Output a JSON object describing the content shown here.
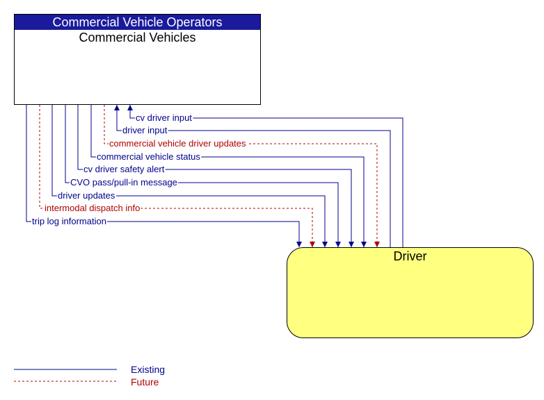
{
  "colors": {
    "existing": "#00008b",
    "future": "#b00000",
    "header_bg": "#1a1a9c",
    "driver_bg": "#ffff80"
  },
  "box_top": {
    "header": "Commercial Vehicle Operators",
    "name": "Commercial Vehicles"
  },
  "box_bottom": {
    "name": "Driver"
  },
  "flows": [
    {
      "label": "cv driver input",
      "status": "existing",
      "direction": "to-top"
    },
    {
      "label": "driver input",
      "status": "existing",
      "direction": "to-top"
    },
    {
      "label": "commercial vehicle driver updates",
      "status": "future",
      "direction": "to-bottom"
    },
    {
      "label": "commercial vehicle status",
      "status": "existing",
      "direction": "to-bottom"
    },
    {
      "label": "cv driver safety alert",
      "status": "existing",
      "direction": "to-bottom"
    },
    {
      "label": "CVO pass/pull-in message",
      "status": "existing",
      "direction": "to-bottom"
    },
    {
      "label": "driver updates",
      "status": "existing",
      "direction": "to-bottom"
    },
    {
      "label": "intermodal dispatch info",
      "status": "future",
      "direction": "to-bottom"
    },
    {
      "label": "trip log information",
      "status": "existing",
      "direction": "to-bottom"
    }
  ],
  "legend": {
    "existing": "Existing",
    "future": "Future"
  }
}
